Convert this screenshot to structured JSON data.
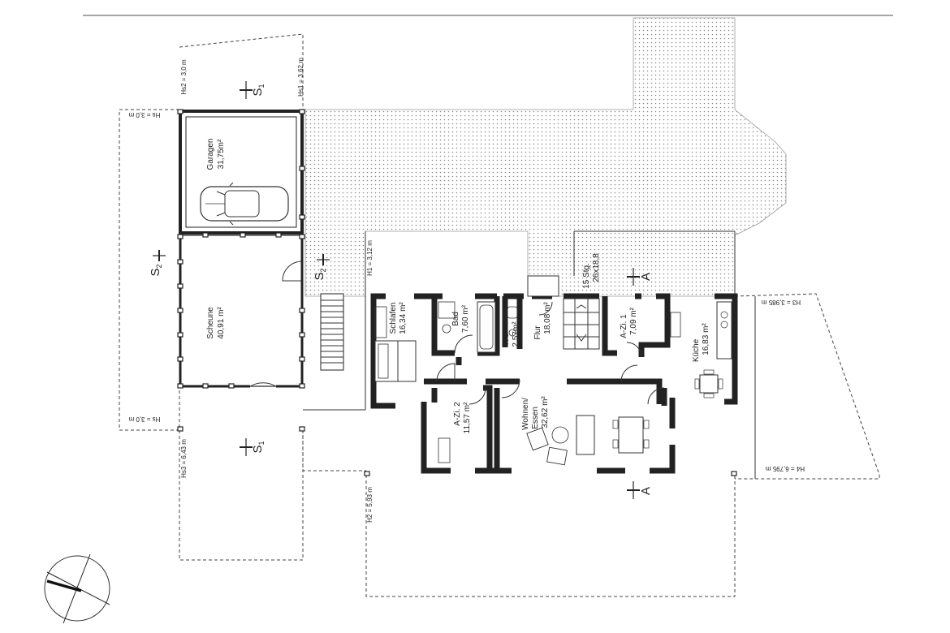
{
  "rooms": {
    "garagen": {
      "name": "Garagen",
      "area": "31,75m²"
    },
    "scheune": {
      "name": "Scheune",
      "area": "40,91 m²"
    },
    "schlafen": {
      "name": "Schlafen",
      "area": "16,34 m²"
    },
    "bad": {
      "name": "Bad",
      "area": "7,60 m²"
    },
    "wc": {
      "name": "WC",
      "area": "2,57m²"
    },
    "flur": {
      "name": "Flur",
      "area": "18,08 m²"
    },
    "stair": {
      "name": "15 Stg.",
      "area": "26x18,8"
    },
    "azi1": {
      "name": "A-Zi. 1",
      "area": "7,09 m²"
    },
    "kueche": {
      "name": "Küche",
      "area": "16,83 m²"
    },
    "azi2": {
      "name": "A-Zi. 2",
      "area": "11,57 m²"
    },
    "wohnen": {
      "name1": "Wohnen/",
      "name2": "Essen",
      "area": "32,62 m²"
    }
  },
  "heights": {
    "hs2_top": "Hs2 = 3,0 m",
    "hs1_top": "Hs1 = 3,62 m",
    "hs_left_top": "Hs = 3,0 m",
    "hs_left_bottom": "Hs = 3,0 m",
    "hs3": "Hs3 = 6,43 m",
    "h1": "H1 = 3,12 m",
    "h2": "H2 = 5,93 m",
    "h3": "H3 = 3,985 m",
    "h4": "H4 = 6,795 m"
  },
  "sections": {
    "s1": "S",
    "s1_sub": "1",
    "s2": "S",
    "s2_sub": "2",
    "a": "A"
  },
  "icons": [
    "car-icon",
    "compass-icon",
    "section-marker-icon"
  ]
}
